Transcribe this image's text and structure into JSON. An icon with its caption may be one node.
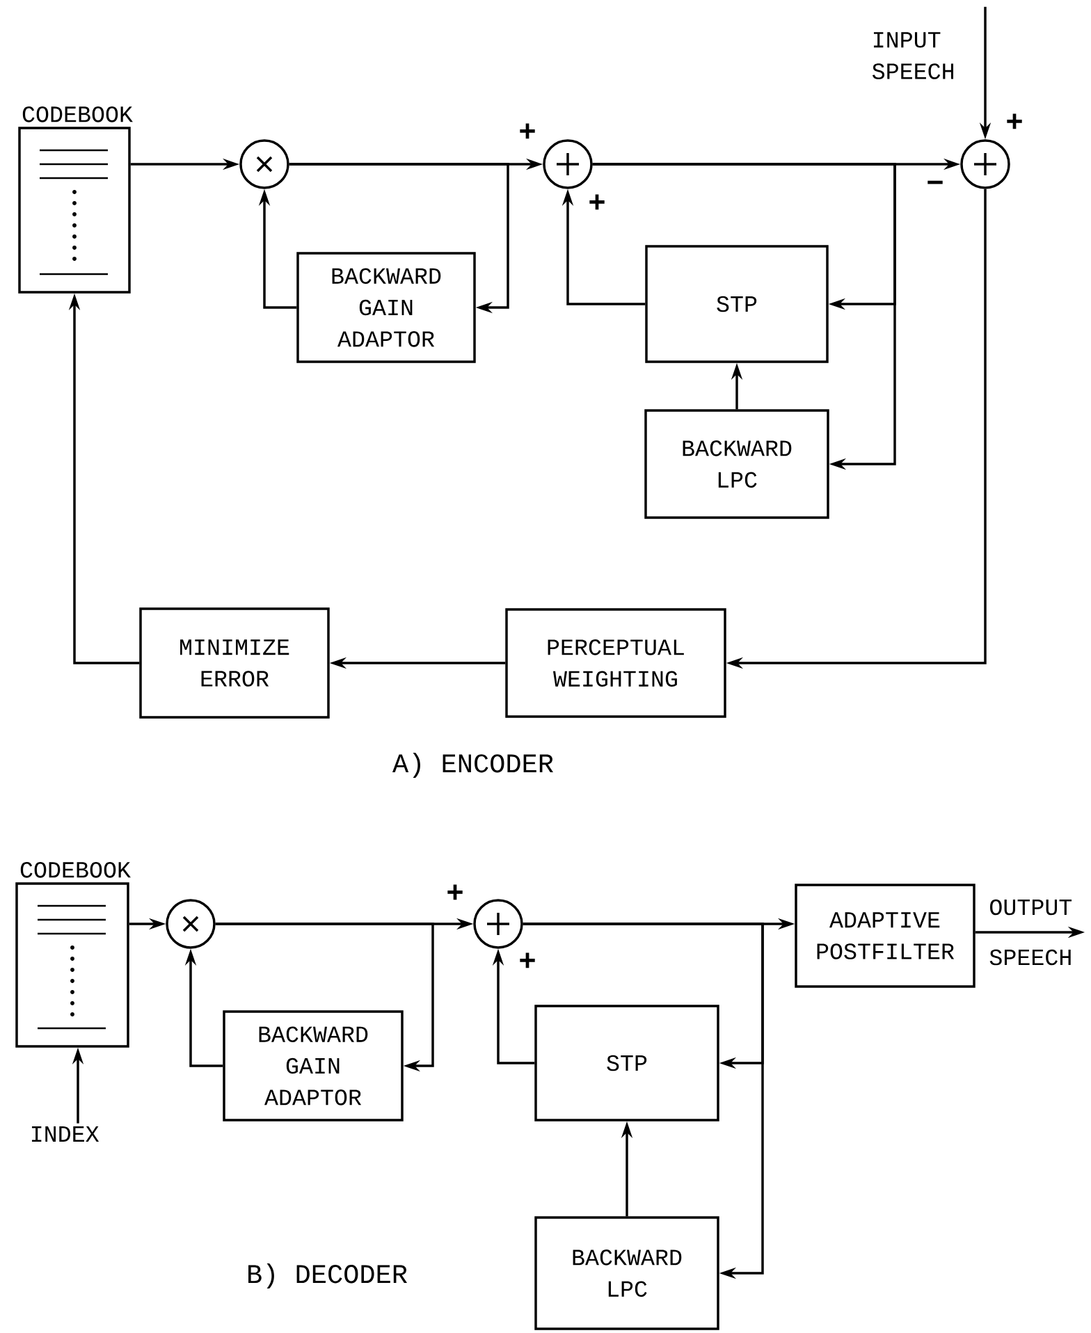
{
  "diagram": {
    "nodes": [
      {
        "text": [
          "CODEBOOK"
        ]
      },
      {
        "text": [],
        "shape": "circle"
      },
      {
        "text": [],
        "shape": "circle"
      },
      {
        "text": [],
        "shape": "circle"
      },
      {
        "text": [
          "BACKWARD GAIN ADAPTOR"
        ]
      },
      {
        "text": [
          "STP"
        ]
      },
      {
        "text": [
          "BACKWARD LPC"
        ]
      },
      {
        "text": [
          "PERCEPTUAL WEIGHTING"
        ]
      },
      {
        "text": [
          "MINIMIZE ERROR"
        ]
      },
      {
        "text": [
          "INPUT SPEECH"
        ]
      },
      {
        "text": [
          "CODEBOOK"
        ]
      },
      {
        "text": [
          "INDEX"
        ]
      },
      {
        "text": [],
        "shape": "circle"
      },
      {
        "text": [],
        "shape": "circle"
      },
      {
        "text": [
          "BACKWARD GAIN ADAPTOR"
        ]
      },
      {
        "text": [
          "STP"
        ]
      },
      {
        "text": [
          "BACKWARD LPC"
        ]
      },
      {
        "text": [
          "ADAPTIVE POSTFILTER"
        ]
      },
      {
        "text": [
          "OUTPUT SPEECH"
        ]
      }
    ],
    "edges": [
      {
        "from": 0,
        "to": 1,
        "arrow": "to"
      },
      {
        "from": 1,
        "to": 2,
        "arrow": "to"
      },
      {
        "from": 1,
        "to": 4,
        "arrow": "to"
      },
      {
        "from": 4,
        "to": 1,
        "arrow": "to"
      },
      {
        "from": 5,
        "to": 2,
        "arrow": "to"
      },
      {
        "from": 2,
        "to": 3,
        "arrow": "to"
      },
      {
        "from": 2,
        "to": 5,
        "arrow": "to"
      },
      {
        "from": 2,
        "to": 6,
        "arrow": "to"
      },
      {
        "from": 6,
        "to": 5,
        "arrow": "to"
      },
      {
        "from": 9,
        "to": 3,
        "arrow": "to"
      },
      {
        "from": 3,
        "to": 7,
        "arrow": "to"
      },
      {
        "from": 7,
        "to": 8,
        "arrow": "to"
      },
      {
        "from": 8,
        "to": 0,
        "arrow": "to"
      },
      {
        "from": 11,
        "to": 10,
        "arrow": "to"
      },
      {
        "from": 10,
        "to": 12,
        "arrow": "to"
      },
      {
        "from": 12,
        "to": 13,
        "arrow": "to"
      },
      {
        "from": 12,
        "to": 14,
        "arrow": "to"
      },
      {
        "from": 14,
        "to": 12,
        "arrow": "to"
      },
      {
        "from": 15,
        "to": 13,
        "arrow": "to"
      },
      {
        "from": 13,
        "to": 17,
        "arrow": "to"
      },
      {
        "from": 13,
        "to": 15,
        "arrow": "to"
      },
      {
        "from": 13,
        "to": 16,
        "arrow": "to"
      },
      {
        "from": 16,
        "to": 15,
        "arrow": "to"
      },
      {
        "from": 17,
        "to": 18,
        "arrow": "to"
      }
    ],
    "labels": [
      "+",
      "+",
      "−",
      "+",
      "A) ENCODER",
      "+",
      "+",
      "B) DECODER"
    ]
  }
}
